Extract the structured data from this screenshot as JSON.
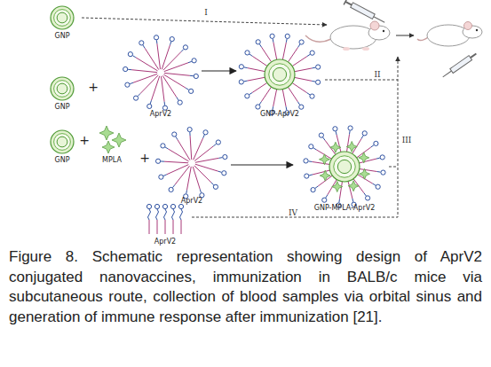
{
  "diagram": {
    "caption": "Figure 8. Schematic representation showing design of AprV2 conjugated nanovaccines, immunization in BALB/c mice via subcutaneous route, collection of blood samples via orbital sinus and generation of immune response after immunization [21].",
    "nodes": [
      {
        "text": [
          "GNP"
        ]
      },
      {
        "text": [
          "GNP"
        ]
      },
      {
        "text": [
          "AprV2"
        ]
      },
      {
        "text": [
          "GNP-AprV2"
        ]
      },
      {
        "text": [
          "GNP"
        ]
      },
      {
        "text": [
          "MPLA"
        ]
      },
      {
        "text": [
          "AprV2"
        ]
      },
      {
        "text": [
          "GNP-MPLA-AprV2"
        ]
      },
      {
        "text": [
          "AprV2"
        ]
      }
    ],
    "edges": [
      {
        "from": 2,
        "to": 3,
        "arrow": "to"
      },
      {
        "from": 6,
        "to": 7,
        "arrow": "to"
      }
    ],
    "labels": [
      "I",
      "+",
      "II",
      "+",
      "+",
      "III",
      "IV"
    ]
  }
}
